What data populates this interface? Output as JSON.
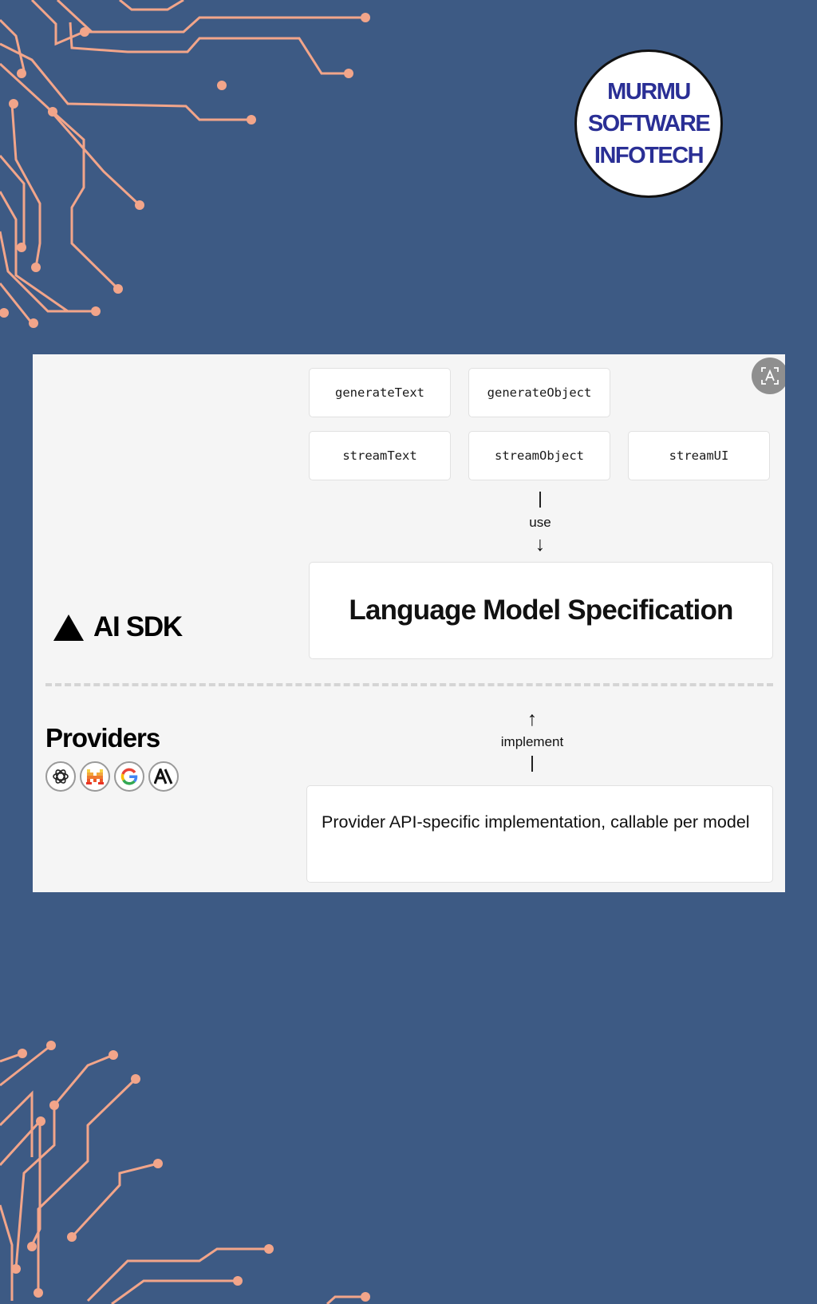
{
  "brand": {
    "line1": "MURMU",
    "line2": "SOFTWARE",
    "line3": "INFOTECH",
    "text_color": "#2a2f95"
  },
  "colors": {
    "background": "#3d5a84",
    "circuit": "#f2a58a",
    "panel": "#f5f5f5"
  },
  "diagram": {
    "functions_row1": [
      "generateText",
      "generateObject"
    ],
    "functions_row2": [
      "streamText",
      "streamObject",
      "streamUI"
    ],
    "use_label": "use",
    "spec_title": "Language Model Specification",
    "sdk_label": "AI SDK",
    "providers_label": "Providers",
    "provider_icons": [
      "openai-icon",
      "mistral-icon",
      "google-icon",
      "anthropic-icon"
    ],
    "implement_label": "implement",
    "impl_text": "Provider API-specific implementation, callable per model"
  }
}
